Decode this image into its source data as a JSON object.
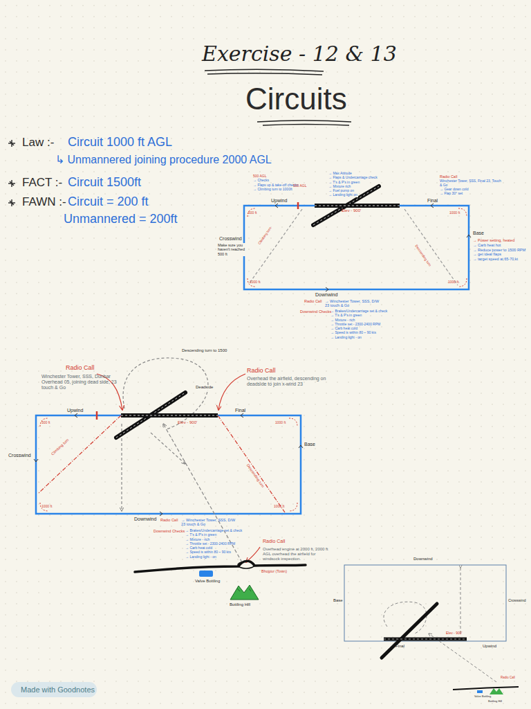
{
  "diagram": {
    "title": "Exercise - 12 & 13",
    "labels": [
      "Circuits",
      "Law :-",
      "Circuit 1000 ft AGL",
      "↳ Unmannered joining procedure 2000 AGL",
      "FACT :-",
      "Circuit 1500ft",
      "FAWN :-",
      "Circuit = 200 ft",
      "Unmannered = 200ft",
      "Upwind",
      "Final",
      "Crosswind",
      "Make sure you haven't reached 500 ft",
      "Downwind",
      "Base",
      "Elev - 900'",
      "500 ft",
      "1000 ft",
      "1000 ft",
      "1000 ft",
      "500 AGL",
      "→ Checks",
      "→ Flaps up & take-off checks",
      "→ Climbing turn to 1000ft",
      "500 AGL",
      "→ Max Attitude",
      "→ Flaps & Undercarriage check",
      "→ T's & P's in green",
      "→ Mixture rich",
      "→ Fuel pump on",
      "→ Landing light on",
      "Radio Call",
      "Winchester Tower, SSS, Final 23, Touch & Go",
      "→ Gear down cold",
      "→ Flap 30° set",
      "→ Power setting, heated",
      "→ Carb heat hot",
      "→ Reduce power to 1500 RPM",
      "→ get ideal flaps",
      "→ target speed at 65-70 kt",
      "Climbing turn",
      "Descending turn",
      "Radio Call",
      "→ Winchester Tower, SSS, D/W 23 touch & Go",
      "Downwind Checks",
      "→ Brakes/Undercarriage set & check",
      "→ T's & P's in green",
      "→ Mixture - rich",
      "→ Throttle set - 2300-2400 RPM",
      "→ Carb heat cold",
      "→ Speed is within 80 ~ 90 kts",
      "→ Landing light - on",
      "Radio Call",
      "Winchester Tower, SSS, Dunbar Overhead 05, joining dead side, 23 touch & Go",
      "Radio Call",
      "Overhead the airfield, descending on deadside to join x-wind 23",
      "Descending turn to 1500",
      "Deadside",
      "Upwind",
      "Final",
      "Crosswind",
      "Base",
      "Downwind",
      "Elev - 900'",
      "500 ft",
      "1000 ft",
      "1000 ft",
      "1000 ft",
      "Climbing turn",
      "Descending turn",
      "Radio Call",
      "→ Winchester Tower, SSS, D/W 23 touch & Go",
      "Downwind Checks",
      "→ Brakes/Undercarriage set & check",
      "→ T's & P's in green",
      "→ Mixture - rich",
      "→ Throttle set - 2300-2400 RPM",
      "→ Carb heat cold",
      "→ Speed is within 80 ~ 90 kts",
      "→ Landing light - on",
      "Radio Call",
      "Overhead engine at 2000 ft, 2000 ft AGL overhead the airfield for windsock inspection.",
      "Valve Bottling",
      "Bottling Hill",
      "Bhojpur (Town)",
      "Downwind",
      "Base",
      "Crosswind",
      "Final",
      "Upwind",
      "Elev - 900'",
      "Radio Call",
      "Valve Bottling",
      "Bottling Hill",
      "Made with Goodnotes"
    ]
  }
}
